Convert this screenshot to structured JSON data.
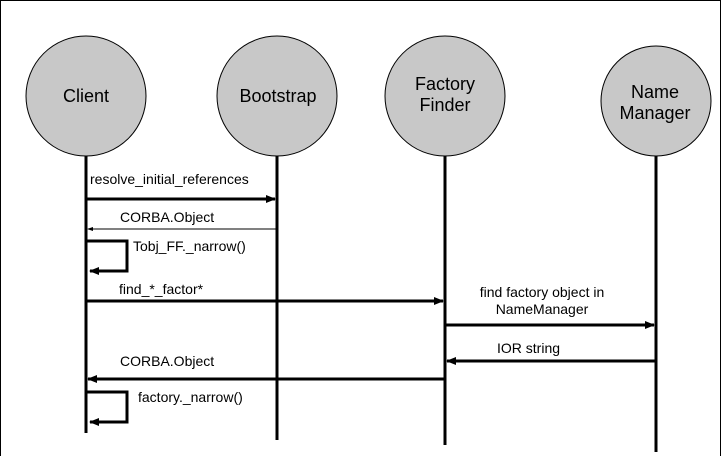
{
  "diagram": {
    "type": "sequence",
    "actors": [
      {
        "id": "client",
        "label": "Client"
      },
      {
        "id": "bootstrap",
        "label": "Bootstrap"
      },
      {
        "id": "factory_finder",
        "label": "Factory\nFinder"
      },
      {
        "id": "name_manager",
        "label": "Name\nManager"
      }
    ],
    "messages": [
      {
        "from": "client",
        "to": "bootstrap",
        "label": "resolve_initial_references",
        "style": "solid"
      },
      {
        "from": "bootstrap",
        "to": "client",
        "label": "CORBA.Object",
        "style": "thin-return"
      },
      {
        "from": "client",
        "to": "client",
        "label": "Tobj_FF._narrow()",
        "style": "self"
      },
      {
        "from": "client",
        "to": "factory_finder",
        "label": "find_*_factor*",
        "style": "solid"
      },
      {
        "from": "factory_finder",
        "to": "name_manager",
        "label": "find factory object in\nNameManager",
        "style": "solid"
      },
      {
        "from": "name_manager",
        "to": "factory_finder",
        "label": "IOR string",
        "style": "solid"
      },
      {
        "from": "factory_finder",
        "to": "client",
        "label": "CORBA.Object",
        "style": "solid"
      },
      {
        "from": "client",
        "to": "client",
        "label": "factory._narrow()",
        "style": "self"
      }
    ],
    "colors": {
      "actor_fill": "#c8c8c8",
      "line": "#000000",
      "background": "#ffffff"
    }
  }
}
